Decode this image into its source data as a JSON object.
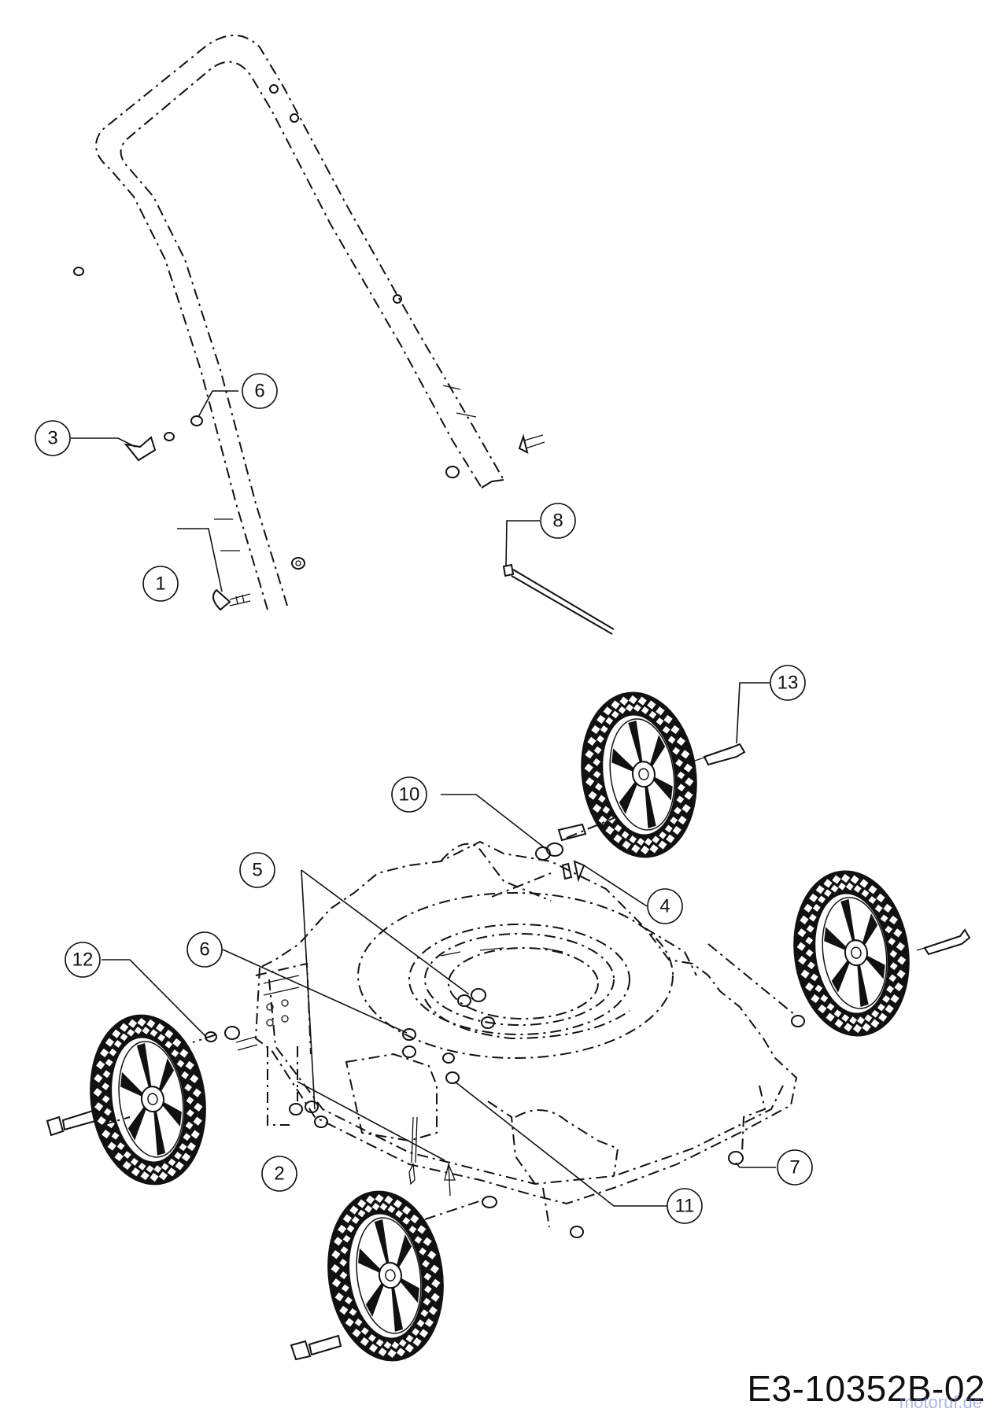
{
  "callouts": [
    "1",
    "2",
    "3",
    "4",
    "5",
    "6",
    "6",
    "7",
    "8",
    "10",
    "11",
    "12",
    "13"
  ],
  "drawing_code": "E3-10352B-02",
  "watermark": "motoruf.de",
  "colors": {
    "line": "#111111",
    "background": "#ffffff",
    "watermark": "#6b7fc4"
  }
}
